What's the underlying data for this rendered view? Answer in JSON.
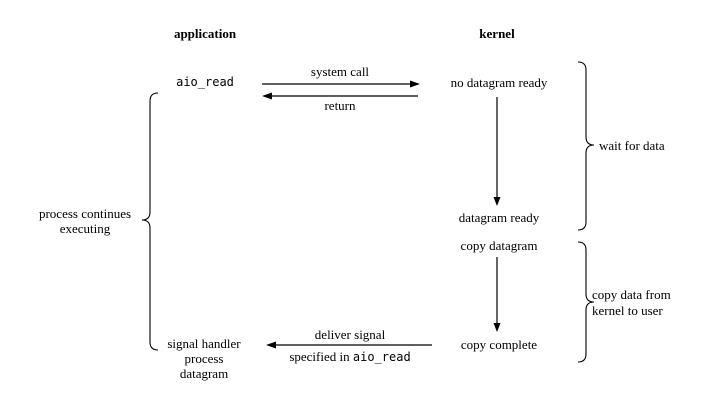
{
  "headers": {
    "application": "application",
    "kernel": "kernel"
  },
  "app": {
    "aio_read": "aio_read",
    "signal_handler": [
      "signal handler",
      "process",
      "datagram"
    ]
  },
  "kernel_col": {
    "no_datagram_ready": "no datagram ready",
    "datagram_ready": "datagram ready",
    "copy_datagram": "copy datagram",
    "copy_complete": "copy complete"
  },
  "arrows": {
    "system_call": "system call",
    "return_label": "return",
    "deliver_signal": "deliver signal",
    "specified_in_prefix": "specified in ",
    "specified_in_code": "aio_read"
  },
  "braces": {
    "process_continues": [
      "process continues",
      "executing"
    ],
    "wait_for_data": "wait for data",
    "copy_data": [
      "copy data from",
      "kernel to user"
    ]
  }
}
